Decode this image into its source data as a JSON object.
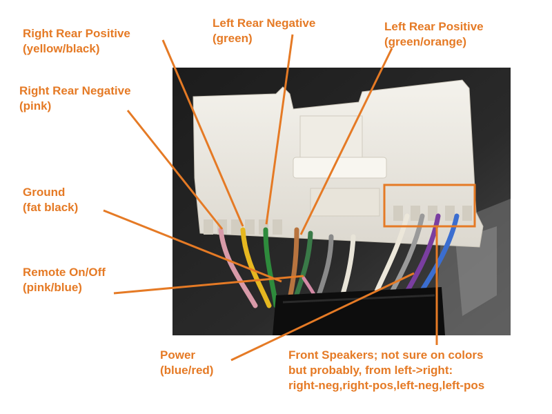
{
  "colors": {
    "label": "#e57a25",
    "leader_line": "#e57a25",
    "highlight_box": "#e57a25"
  },
  "labels": {
    "right_rear_positive": {
      "line1": "Right Rear Positive",
      "line2": "(yellow/black)"
    },
    "left_rear_negative": {
      "line1": "Left Rear Negative",
      "line2": "(green)"
    },
    "left_rear_positive": {
      "line1": "Left Rear Positive",
      "line2": "(green/orange)"
    },
    "right_rear_negative": {
      "line1": "Right Rear Negative",
      "line2": "(pink)"
    },
    "ground": {
      "line1": "Ground",
      "line2": "(fat black)"
    },
    "remote": {
      "line1": "Remote On/Off",
      "line2": "(pink/blue)"
    },
    "power": {
      "line1": "Power",
      "line2": "(blue/red)"
    },
    "front_speakers": {
      "line1": "Front Speakers; not sure on colors",
      "line2": "but probably, from left->right:",
      "line3": "right-neg,right-pos,left-neg,left-pos"
    }
  }
}
